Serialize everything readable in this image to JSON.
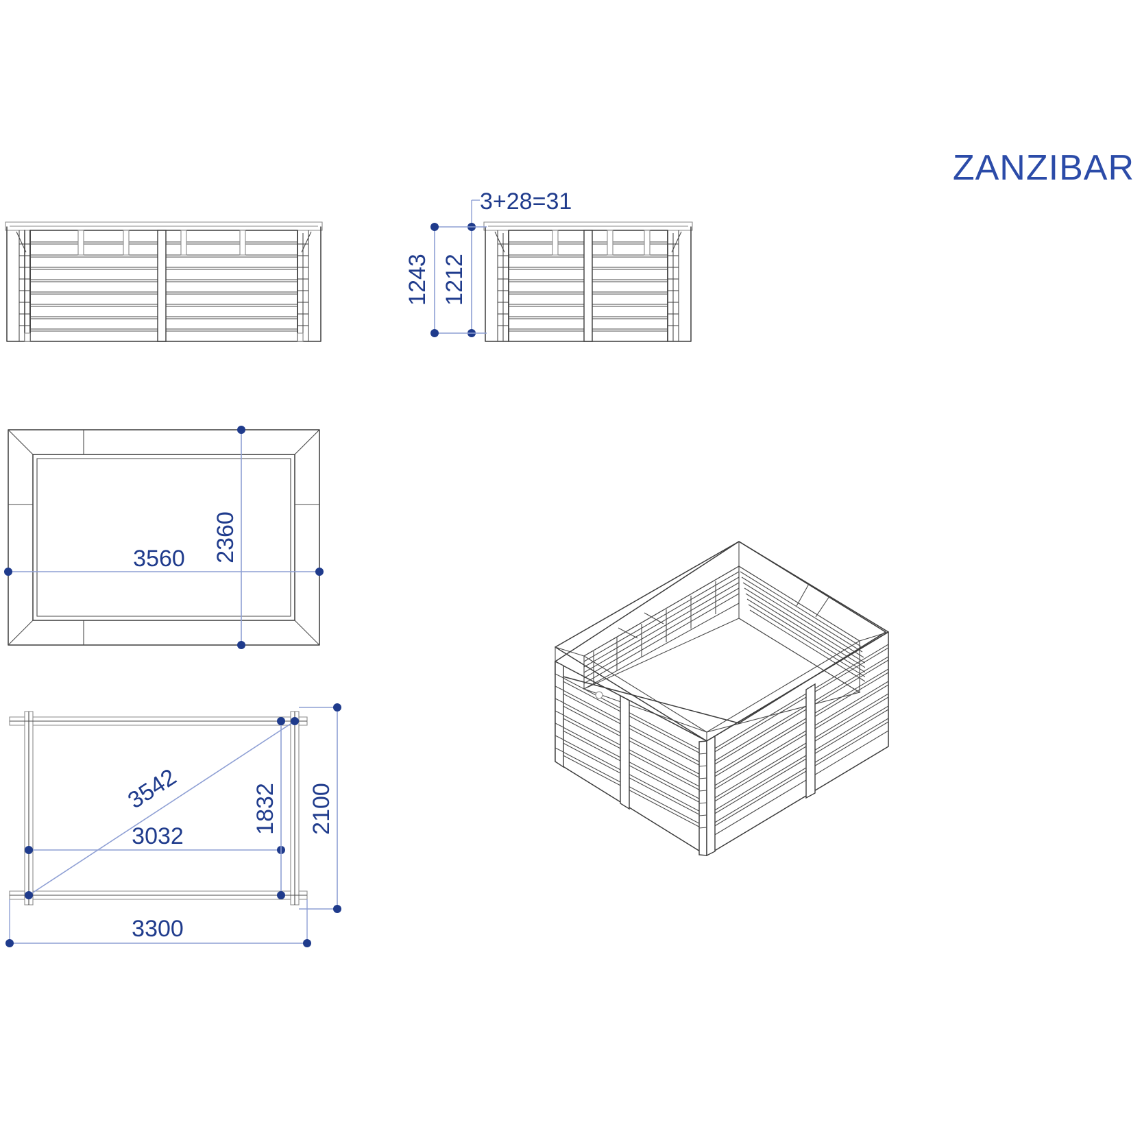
{
  "drawing": {
    "title": "ZANZIBAR",
    "sheet_background": "#ffffff",
    "line_color": "#3c3c3c",
    "dimension_line_color": "#8e9fd4",
    "dimension_text_color": "#1f3b8c",
    "title_color": "#2b4ba8"
  },
  "views": {
    "front_elevation": {
      "name": "front-elevation",
      "log_courses": 9,
      "cap_rail": true,
      "center_post": true,
      "corner_posts": 2
    },
    "side_elevation": {
      "name": "side-elevation",
      "log_courses": 9,
      "cap_rail": true,
      "center_post": true
    },
    "top_plan": {
      "name": "top-plan-view",
      "mitred_corners": true
    },
    "foundation_plan": {
      "name": "foundation-plan-view",
      "diagonal_brace": true
    },
    "isometric": {
      "name": "isometric-3d-view"
    }
  },
  "dimensions": {
    "side_overall_height": "1243",
    "side_wall_height": "1212",
    "cap_thickness_note": "3+28=31",
    "plan_length": "3560",
    "plan_width": "2360",
    "foundation_diagonal": "3542",
    "foundation_inner_length": "3032",
    "foundation_inner_width": "1832",
    "foundation_outer_width": "2100",
    "foundation_outer_length": "3300"
  },
  "labels": {
    "units_note": ""
  }
}
